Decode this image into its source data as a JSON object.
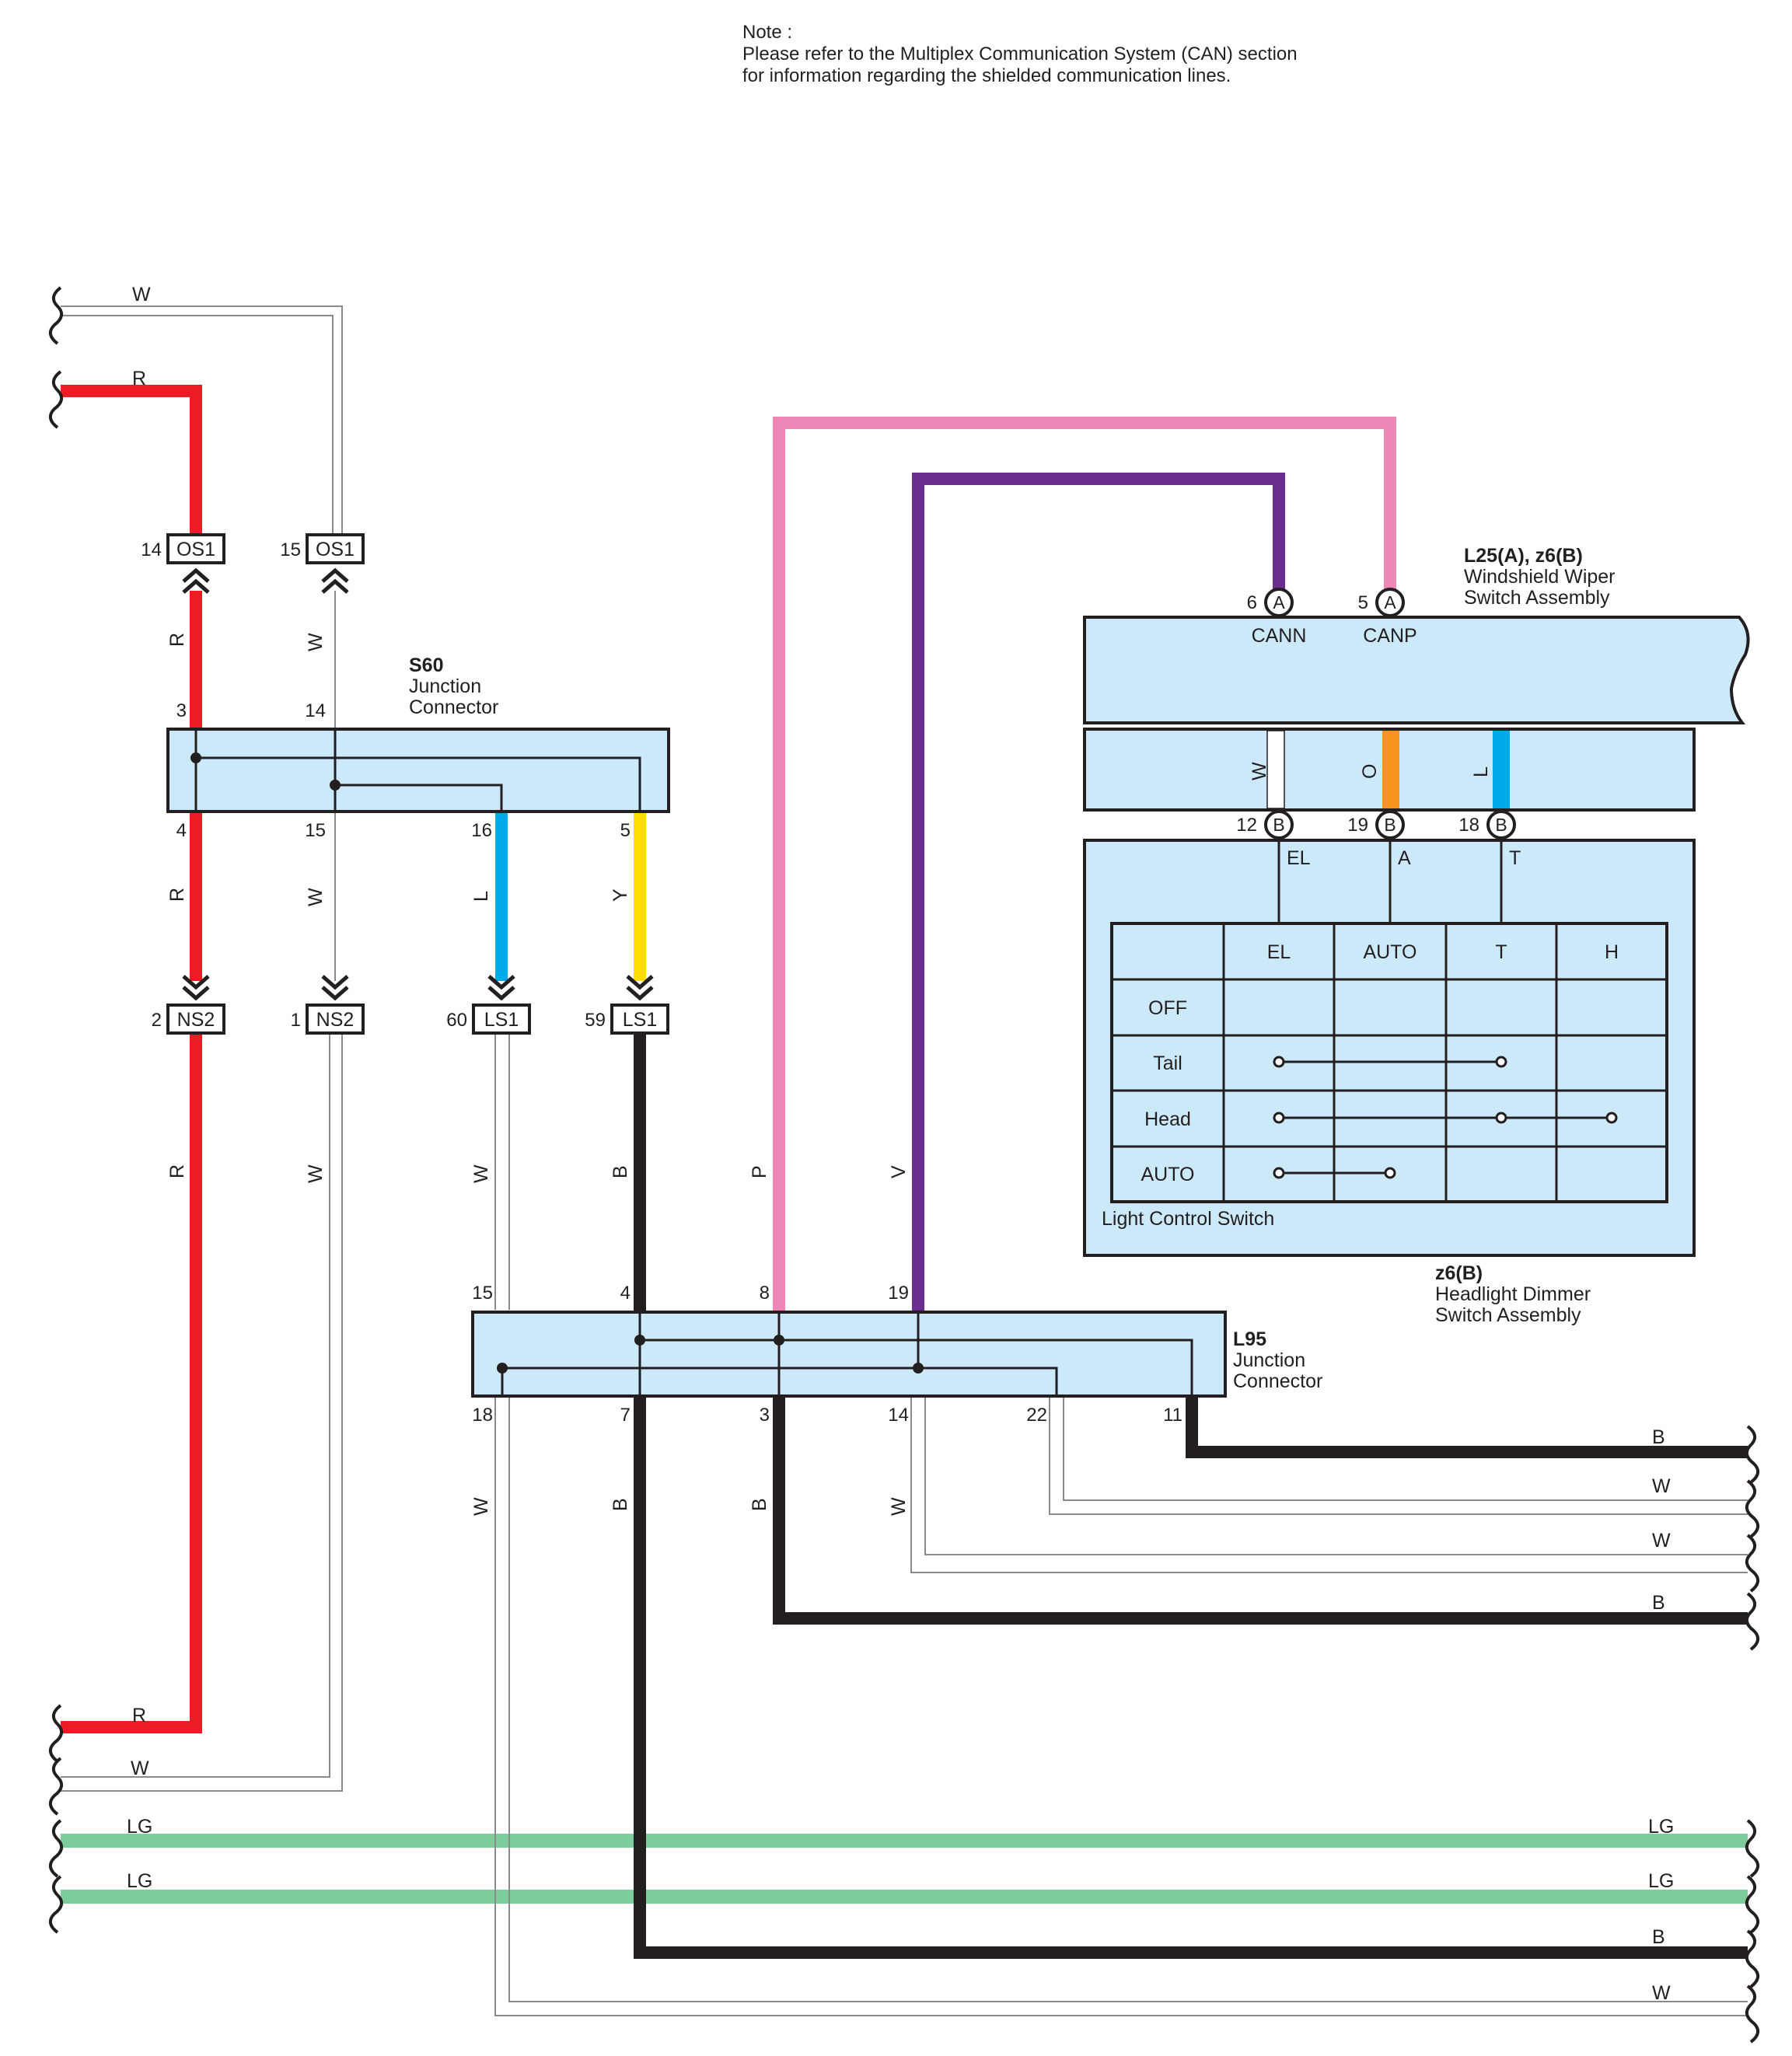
{
  "note": {
    "title": "Note :",
    "line1": "Please refer to the Multiplex Communication System (CAN) section",
    "line2": "for information regarding the shielded communication lines."
  },
  "colors": {
    "red": "#ed1c24",
    "white_wire": "#8a8a8a",
    "black": "#231f20",
    "pink": "#ef87b6",
    "violet": "#6b2c8f",
    "blue": "#00a9e8",
    "yellow": "#ffdd00",
    "orange": "#f7941d",
    "light_green": "#7ecb9c",
    "component_fill": "#cce9f9"
  },
  "wire_colors": {
    "w": "W",
    "r": "R",
    "l": "L",
    "y": "Y",
    "b": "B",
    "p": "P",
    "v": "V",
    "o": "O",
    "lg": "LG"
  },
  "connectors": {
    "os1_a": {
      "pin": "14",
      "name": "OS1"
    },
    "os1_b": {
      "pin": "15",
      "name": "OS1"
    },
    "ns2_a": {
      "pin": "2",
      "name": "NS2"
    },
    "ns2_b": {
      "pin": "1",
      "name": "NS2"
    },
    "ls1_a": {
      "pin": "60",
      "name": "LS1"
    },
    "ls1_b": {
      "pin": "59",
      "name": "LS1"
    }
  },
  "s60": {
    "code": "S60",
    "line1": "Junction",
    "line2": "Connector",
    "pins_top": [
      "3",
      "14"
    ],
    "pins_bottom": [
      "4",
      "15",
      "16",
      "5"
    ]
  },
  "l95": {
    "code": "L95",
    "line1": "Junction",
    "line2": "Connector",
    "pins_top": [
      "15",
      "4",
      "8",
      "19"
    ],
    "pins_bottom": [
      "18",
      "7",
      "3",
      "14",
      "22",
      "11"
    ]
  },
  "wiper": {
    "code": "L25(A), z6(B)",
    "line1": "Windshield Wiper",
    "line2": "Switch Assembly",
    "pin_cann": "6",
    "pin_canp": "5",
    "conn_a": "A",
    "conn_b": "B",
    "cann": "CANN",
    "canp": "CANP",
    "pins_b": [
      "12",
      "19",
      "18"
    ]
  },
  "dimmer": {
    "code": "z6(B)",
    "line1": "Headlight Dimmer",
    "line2": "Switch Assembly",
    "term_el": "EL",
    "term_a": "A",
    "term_t": "T",
    "switch_label": "Light Control Switch",
    "headers": [
      "EL",
      "AUTO",
      "T",
      "H"
    ],
    "rows": [
      "OFF",
      "Tail",
      "Head",
      "AUTO"
    ]
  }
}
